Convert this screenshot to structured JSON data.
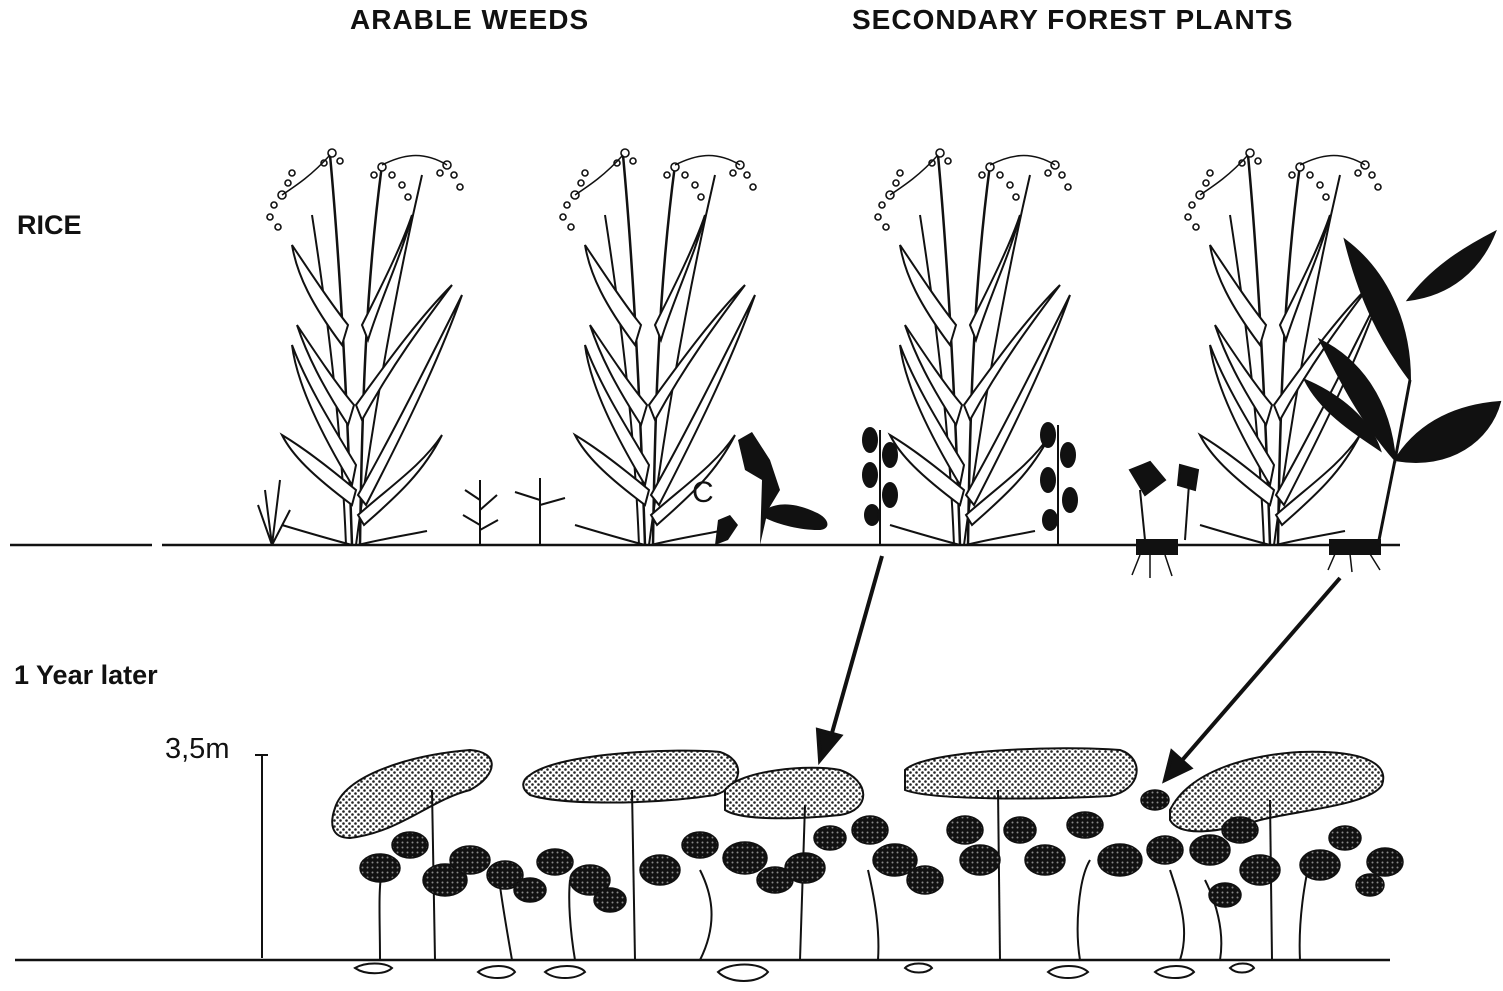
{
  "headers": {
    "arable_weeds": "ARABLE WEEDS",
    "secondary_forest": "SECONDARY FOREST PLANTS"
  },
  "rows": {
    "rice": "RICE",
    "one_year_later": "1 Year later"
  },
  "scale": {
    "height_label": "3,5m"
  },
  "weed_label": "C",
  "colors": {
    "ink": "#111111",
    "paper": "#ffffff",
    "stipple": "#9a9a9a"
  }
}
